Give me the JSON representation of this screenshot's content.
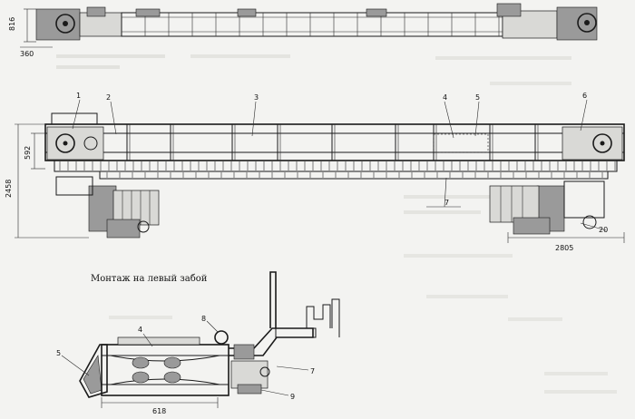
{
  "caption": "Монтаж на левый забой",
  "top_view": {
    "dim_height": "816",
    "dim_length": "360"
  },
  "main_view": {
    "dim_height_total": "2458",
    "dim_height_upper": "592",
    "dim_length": "2805",
    "callouts": [
      "1",
      "2",
      "3",
      "4",
      "5",
      "6",
      "7",
      "20"
    ]
  },
  "cross_section": {
    "dim_width": "618",
    "callouts": [
      "4",
      "5",
      "7",
      "8",
      "9"
    ]
  }
}
